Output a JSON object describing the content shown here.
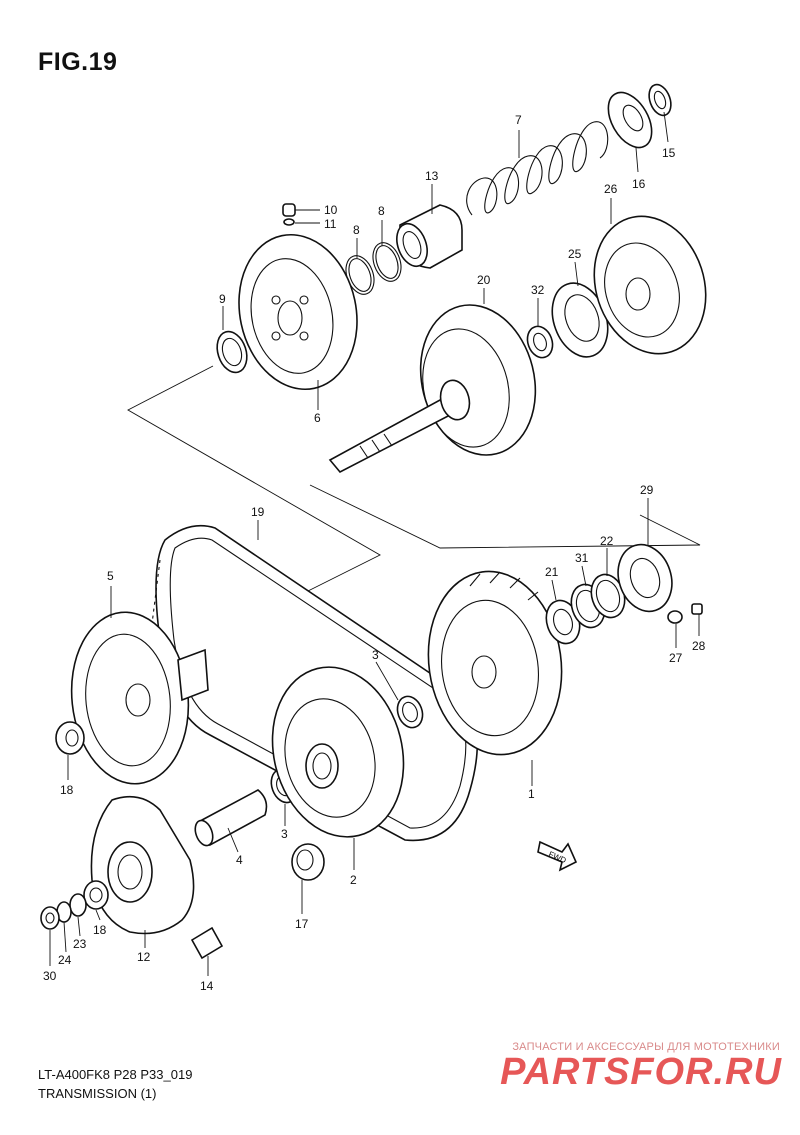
{
  "figure": {
    "title": "FIG.19"
  },
  "footer": {
    "model_code": "LT-A400FK8 P28 P33_019",
    "section_title": "TRANSMISSION (1)"
  },
  "watermark": {
    "caption": "ЗАПЧАСТИ И АКСЕССУАРЫ ДЛЯ МОТОТЕХНИКИ",
    "logo_text": "PARTSFOR.RU"
  },
  "direction_marker": {
    "label": "FWD"
  },
  "callouts": {
    "c1": "1",
    "c2": "2",
    "c3a": "3",
    "c3b": "3",
    "c4": "4",
    "c5": "5",
    "c6": "6",
    "c7": "7",
    "c8a": "8",
    "c8b": "8",
    "c9": "9",
    "c10": "10",
    "c11": "11",
    "c12": "12",
    "c13": "13",
    "c14": "14",
    "c15": "15",
    "c16": "16",
    "c17": "17",
    "c18a": "18",
    "c18b": "18",
    "c19": "19",
    "c20": "20",
    "c21": "21",
    "c22": "22",
    "c23": "23",
    "c24": "24",
    "c25": "25",
    "c26": "26",
    "c27": "27",
    "c28": "28",
    "c29": "29",
    "c30": "30",
    "c31": "31",
    "c32": "32"
  }
}
